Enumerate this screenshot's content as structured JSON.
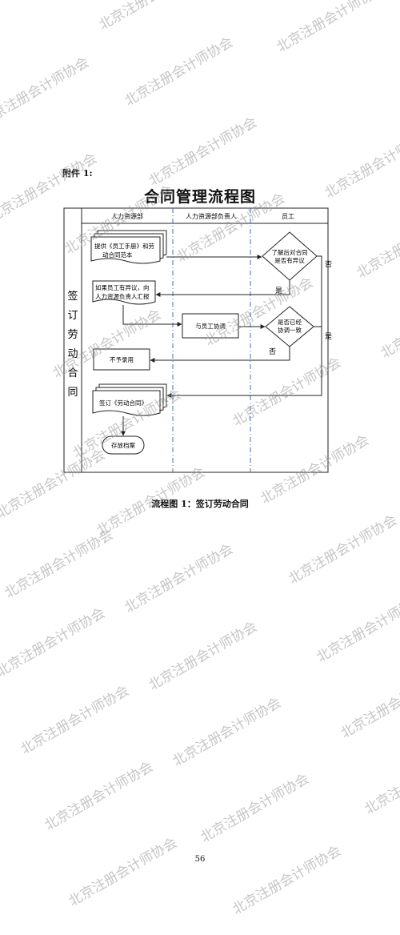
{
  "attachment_label": "附件 1:",
  "title": "合同管理流程图",
  "caption": "流程图 1：签订劳动合同",
  "page_number": "56",
  "watermark_text": "北京注册会计师协会",
  "lanes": {
    "side_label": "签订劳动合同",
    "headers": [
      "人力资源部",
      "人力资源部负责人",
      "员工"
    ]
  },
  "nodes": {
    "provide_handbook": [
      "提供《员工手册》和劳",
      "动合同范本"
    ],
    "objection_report": [
      "如果员工有异议，向",
      "人力资源负责人汇报"
    ],
    "coordinate": "与员工协调",
    "no_hire": "不予录用",
    "sign_contract": "签订《劳动合同》",
    "archive": "存放档案",
    "decision_objection": [
      "了解后对合同",
      "是否有异议"
    ],
    "decision_agreed": [
      "是否已经",
      "协调一致"
    ]
  },
  "edge_labels": {
    "yes1": "是",
    "no1": "否",
    "yes2": "是",
    "no2": "否"
  },
  "colors": {
    "line": "#222222",
    "dashed_divider": "#3a6fc4",
    "watermark": "#999999"
  }
}
